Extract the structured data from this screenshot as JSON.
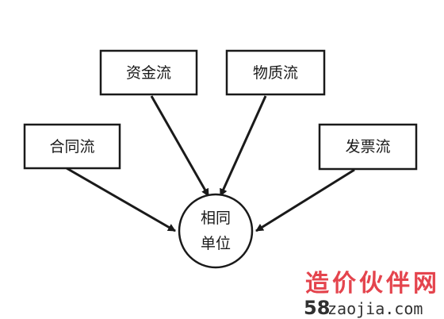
{
  "diagram": {
    "nodes": [
      {
        "id": "capital",
        "label": "资金流"
      },
      {
        "id": "goods",
        "label": "物质流"
      },
      {
        "id": "contract",
        "label": "合同流"
      },
      {
        "id": "invoice",
        "label": "发票流"
      }
    ],
    "center": {
      "line1": "相同",
      "line2": "单位"
    }
  },
  "watermark": {
    "brand": "造价伙伴网",
    "number": "58",
    "url": "zaojia.com"
  }
}
